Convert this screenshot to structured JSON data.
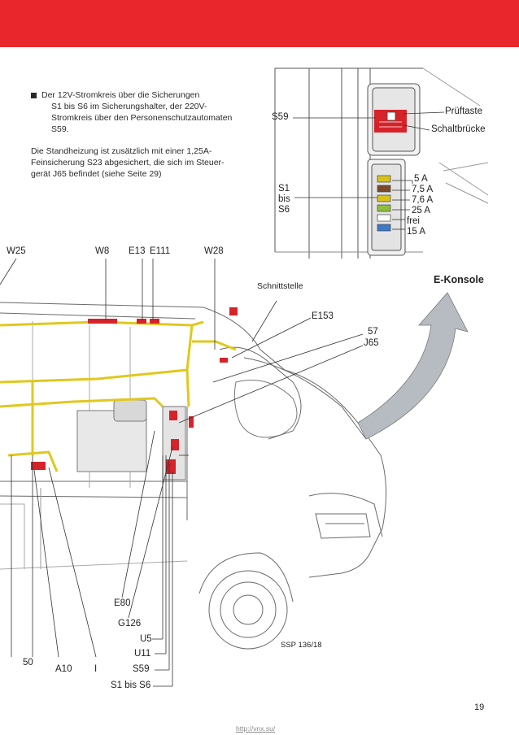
{
  "intro": {
    "line1": "Der 12V-Stromkreis über die Sicherungen",
    "line2": "S1 bis S6 im Sicherungshalter, der 220V-",
    "line3": "Stromkreis über den Personenschutzautomaten",
    "line4": "S59.",
    "line5": "Die Standheizung ist zusätzlich mit einer 1,25A-",
    "line6": "Feinsicherung S23 abgesichert, die sich im Steuer-",
    "line7": "gerät J65 befindet (siehe Seite 29)"
  },
  "inset": {
    "s59": "S59",
    "pruftaste": "Prüftaste",
    "schaltbrucke": "Schaltbrücke",
    "s1": "S1",
    "bis": "bis",
    "s6": "S6",
    "fuses": [
      "5 A",
      "7,5 A",
      "7,6 A",
      "25 A",
      "frei",
      "15 A"
    ],
    "fuse_colors": [
      "#d8c21a",
      "#7a4a2a",
      "#d8c21a",
      "#8fbf3a",
      "#ffffff",
      "#3a7ac8"
    ]
  },
  "labels": {
    "w25": "W25",
    "w8": "W8",
    "e13": "E13",
    "e111": "E111",
    "w28": "W28",
    "schnittstelle": "Schnittstelle",
    "ekonsole": "E-Konsole",
    "e153": "E153",
    "n57": "57",
    "j65": "J65",
    "e80": "E80",
    "g126": "G126",
    "u5": "U5",
    "u11": "U11",
    "s59b": "S59",
    "s1bis6": "S1 bis S6",
    "n50": "50",
    "a10": "A10",
    "i": "I",
    "ssp": "SSP 136/18"
  },
  "colors": {
    "header_red": "#e8262b",
    "wire_yellow": "#e0c81e",
    "accent_red": "#d6232a",
    "arrow_gray": "#9aa0a6"
  },
  "page": {
    "number": "19",
    "url": "http://vnx.su/"
  }
}
